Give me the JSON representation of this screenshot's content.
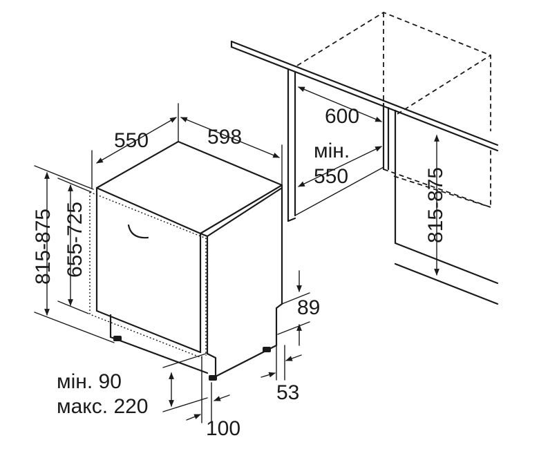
{
  "labels": {
    "width": "598",
    "depth": "550",
    "niche_depth": "600",
    "niche_min_word": "мін.",
    "niche_min_value": "550",
    "niche_height": "815-875",
    "height_total": "815-875",
    "door_height": "655-725",
    "plinth_top": "89",
    "plinth_depth": "53",
    "door_gap_min": "мін. 90",
    "door_gap_max": "макс. 220",
    "foot_offset": "100"
  }
}
